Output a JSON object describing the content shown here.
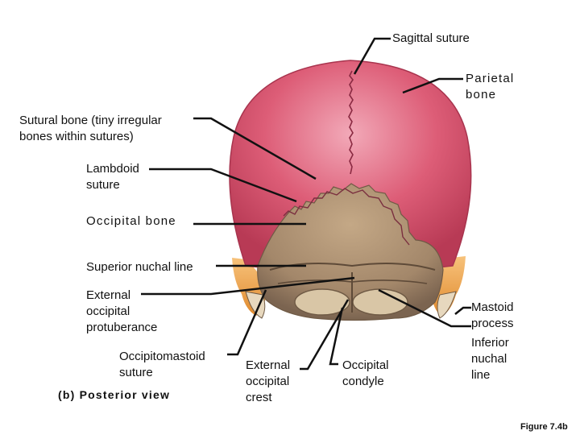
{
  "labels": {
    "sagittal_suture": "Sagittal suture",
    "parietal_bone": "Parietal\nbone",
    "sutural_bone": "Sutural bone (tiny irregular\nbones within sutures)",
    "lambdoid_suture": "Lambdoid\nsuture",
    "occipital_bone": "Occipital bone",
    "superior_nuchal_line": "Superior nuchal line",
    "external_occipital_protuberance": "External\noccipital\nprotuberance",
    "occipitomastoid_suture": "Occipitomastoid\nsuture",
    "external_occipital_crest": "External\noccipital\ncrest",
    "occipital_condyle": "Occipital\ncondyle",
    "mastoid_process": "Mastoid\nprocess",
    "inferior_nuchal_line": "Inferior\nnuchal\nline"
  },
  "caption": {
    "view": "(b) Posterior view",
    "figure": "Figure 7.4b"
  },
  "colors": {
    "parietal": "#d9546f",
    "parietal_light": "#f0a8b6",
    "occipital": "#a88b6c",
    "occipital_dark": "#6f5a45",
    "temporal": "#f3a64a",
    "leader": "#111111"
  }
}
